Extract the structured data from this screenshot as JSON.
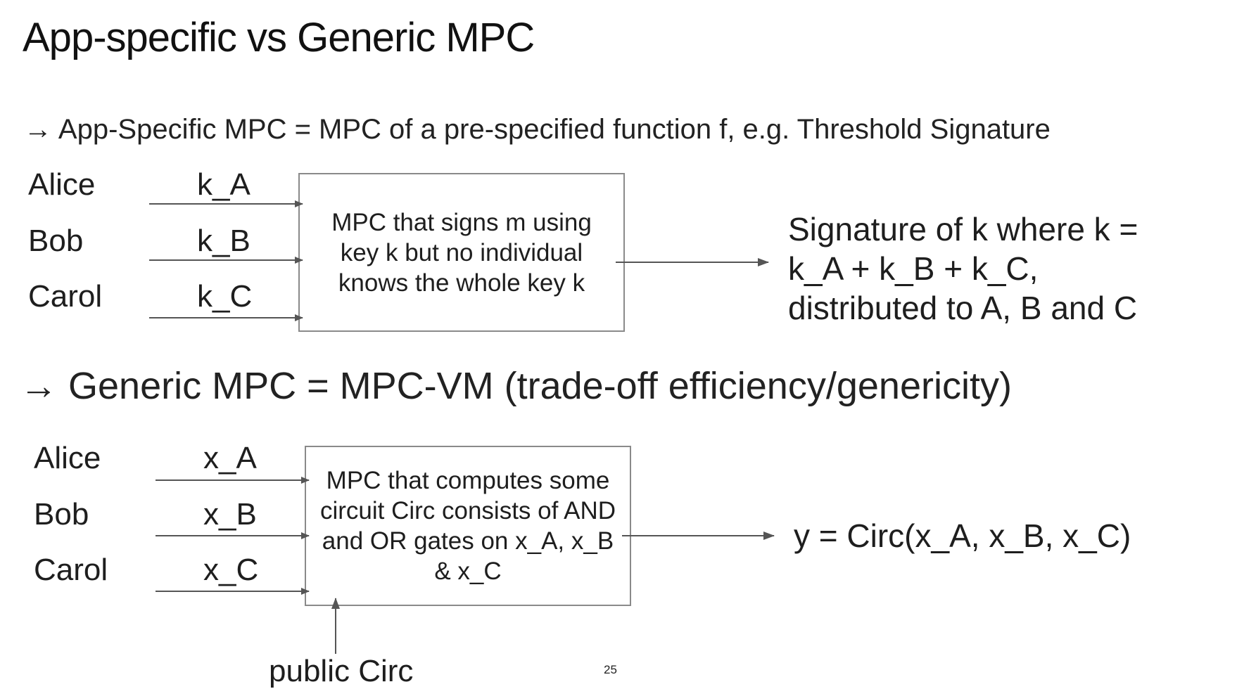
{
  "slide": {
    "title": "App-specific vs Generic MPC",
    "page_number": "25"
  },
  "app_specific": {
    "bullet": "→ App-Specific MPC = MPC of a pre-specified function f, e.g. Threshold Signature",
    "parties": [
      {
        "name": "Alice",
        "input": "k_A"
      },
      {
        "name": "Bob",
        "input": "k_B"
      },
      {
        "name": "Carol",
        "input": "k_C"
      }
    ],
    "box_text": "MPC that signs m using key k but no individual knows the whole key k",
    "output": "Signature of k where k = k_A + k_B + k_C, distributed to A, B and C"
  },
  "generic": {
    "bullet": "→ Generic MPC = MPC-VM (trade-off efficiency/genericity)",
    "parties": [
      {
        "name": "Alice",
        "input": "x_A"
      },
      {
        "name": "Bob",
        "input": "x_B"
      },
      {
        "name": "Carol",
        "input": "x_C"
      }
    ],
    "box_text": "MPC that computes some circuit Circ consists of AND and OR gates on x_A, x_B & x_C",
    "output": "y = Circ(x_A, x_B, x_C)",
    "public_input": "public Circ"
  },
  "colors": {
    "arrow": "#555555",
    "box_border": "#8a8a8a",
    "text": "#1e1e1e"
  }
}
